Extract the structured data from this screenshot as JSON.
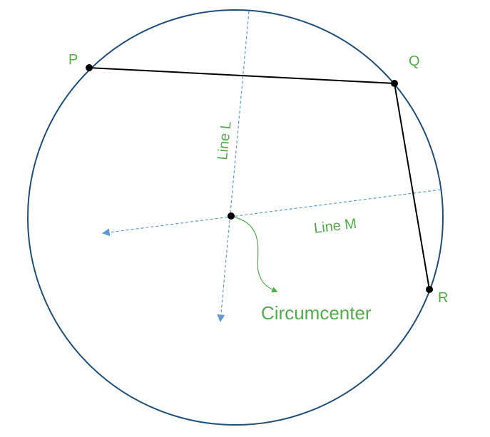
{
  "labels": {
    "p": "P",
    "q": "Q",
    "r": "R",
    "line_l": "Line L",
    "line_m": "Line M",
    "circumcenter": "Circumcenter"
  },
  "colors": {
    "circle": "#1f4e79",
    "segment": "#000000",
    "construction": "#5b9bd5",
    "label": "#4fae48",
    "point": "#000000"
  }
}
